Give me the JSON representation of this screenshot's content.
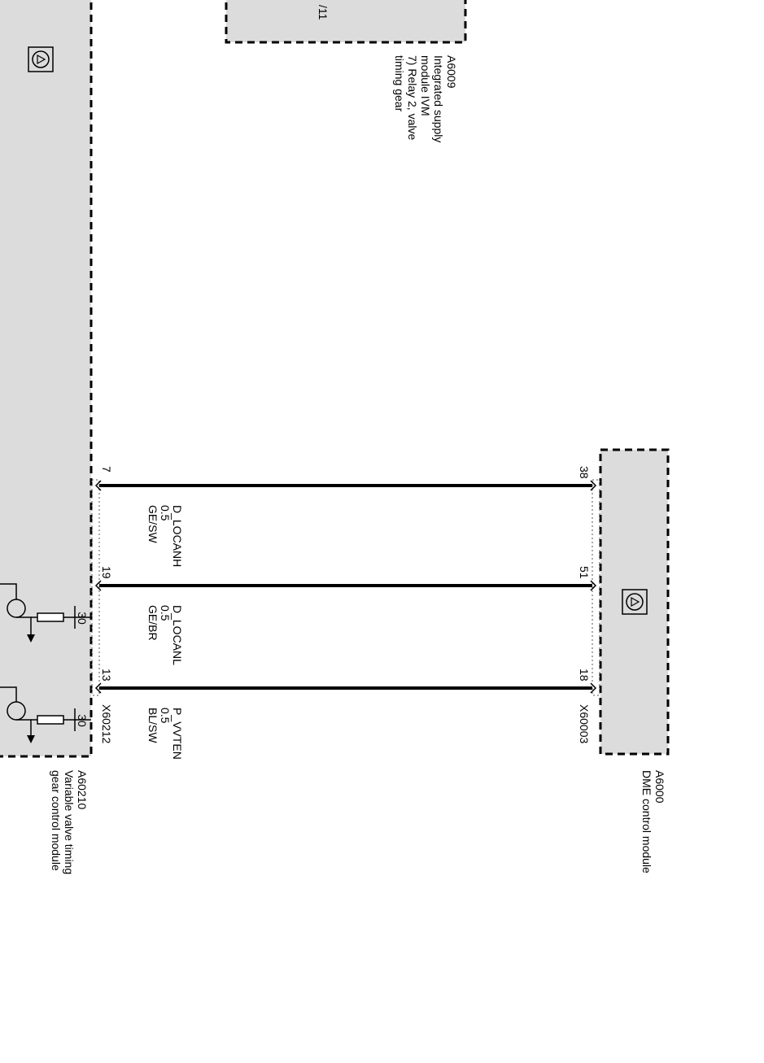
{
  "modules": {
    "a6009": {
      "id": "A6009",
      "desc": [
        "Integrated supply",
        "module IVM",
        "7) Relay 2, valve",
        "timing gear"
      ],
      "clipped_label": "/11"
    },
    "a6000": {
      "id": "A6000",
      "desc": [
        "DME control module"
      ],
      "connector": "X60003"
    },
    "a60210": {
      "id": "A60210",
      "desc": [
        "Variable valve timing",
        "gear control module"
      ],
      "connector": "X60212"
    }
  },
  "wires": [
    {
      "signal": "D_LOCANH",
      "gauge": "0.5",
      "color": "GE/SW",
      "pin_dme": "38",
      "pin_vvt": "7"
    },
    {
      "signal": "D_LOCANL",
      "gauge": "0.5",
      "color": "GE/BR",
      "pin_dme": "51",
      "pin_vvt": "19"
    },
    {
      "signal": "P_VVTEN",
      "gauge": "0.5",
      "color": "BL/SW",
      "pin_dme": "18",
      "pin_vvt": "13"
    }
  ],
  "internal_pins": [
    "30",
    "30"
  ]
}
